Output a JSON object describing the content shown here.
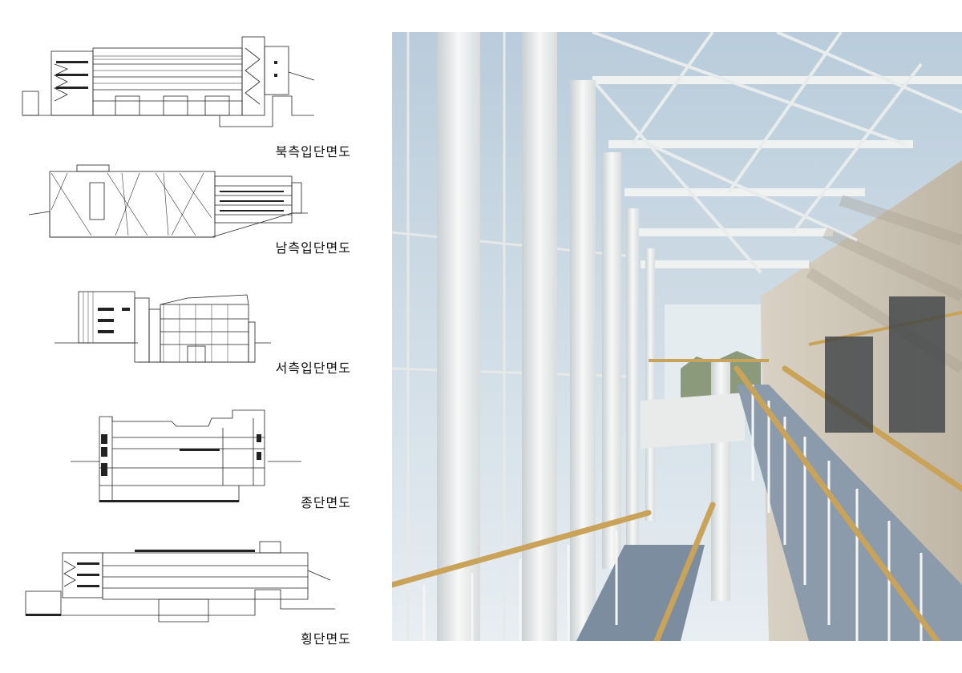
{
  "drawings": [
    {
      "caption": "북측입단면도",
      "kind": "north-elevation"
    },
    {
      "caption": "남측입단면도",
      "kind": "south-elevation"
    },
    {
      "caption": "서측입단면도",
      "kind": "west-elevation"
    },
    {
      "caption": "종단면도",
      "kind": "longitudinal-section"
    },
    {
      "caption": "횡단면도",
      "kind": "cross-section"
    }
  ],
  "photo": {
    "subject": "atrium-interior",
    "colors": {
      "sky": "#dde6ee",
      "steel": "#f2f3f1",
      "handrail": "#c9a35a",
      "floor": "#8898a8"
    }
  }
}
